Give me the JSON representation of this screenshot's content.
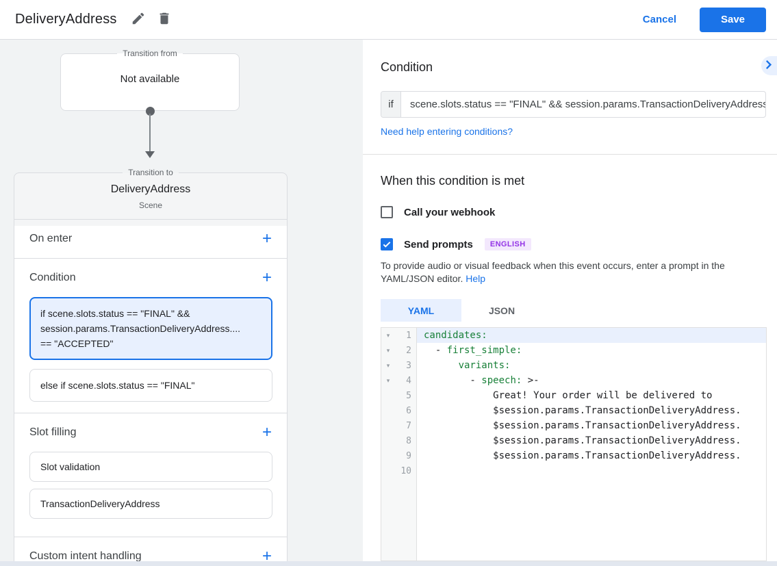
{
  "header": {
    "title": "DeliveryAddress",
    "cancel": "Cancel",
    "save": "Save"
  },
  "colors": {
    "accent": "#1a73e8",
    "selected_bg": "#e8f0fe",
    "badge_bg": "#f3e8fd",
    "badge_text": "#9334e6",
    "code_key_green": "#188038"
  },
  "diagram": {
    "from_legend": "Transition from",
    "from_text": "Not available",
    "to_legend": "Transition to",
    "scene_title": "DeliveryAddress",
    "scene_subtitle": "Scene"
  },
  "scene_card": {
    "on_enter_label": "On enter",
    "condition_label": "Condition",
    "condition_items": [
      {
        "selected": true,
        "lines": [
          "if scene.slots.status == \"FINAL\" &&",
          "session.params.TransactionDeliveryAddress....",
          "== \"ACCEPTED\""
        ]
      },
      {
        "selected": false,
        "lines": [
          "else if scene.slots.status == \"FINAL\""
        ]
      }
    ],
    "slot_filling_label": "Slot filling",
    "slot_items": [
      "Slot validation",
      "TransactionDeliveryAddress"
    ],
    "custom_intent_label": "Custom intent handling"
  },
  "condition_panel": {
    "heading": "Condition",
    "if_label": "if",
    "expression": "scene.slots.status == \"FINAL\" && session.params.TransactionDeliveryAddress",
    "help_link": "Need help entering conditions?"
  },
  "when_met": {
    "heading": "When this condition is met",
    "webhook_label": "Call your webhook",
    "webhook_checked": false,
    "prompts_label": "Send prompts",
    "prompts_checked": true,
    "language_badge": "ENGLISH",
    "description": "To provide audio or visual feedback when this event occurs, enter a prompt in the YAML/JSON editor.",
    "help_link": "Help"
  },
  "editor": {
    "tabs": [
      {
        "label": "YAML",
        "active": true
      },
      {
        "label": "JSON",
        "active": false
      }
    ],
    "lines": [
      {
        "num": 1,
        "fold": true,
        "active": true,
        "segments": [
          {
            "text": "candidates:",
            "type": "key"
          }
        ]
      },
      {
        "num": 2,
        "fold": true,
        "segments": [
          {
            "text": "  - ",
            "type": "plain"
          },
          {
            "text": "first_simple:",
            "type": "key"
          }
        ]
      },
      {
        "num": 3,
        "fold": true,
        "segments": [
          {
            "text": "      ",
            "type": "plain"
          },
          {
            "text": "variants:",
            "type": "key"
          }
        ]
      },
      {
        "num": 4,
        "fold": true,
        "segments": [
          {
            "text": "        - ",
            "type": "plain"
          },
          {
            "text": "speech:",
            "type": "key"
          },
          {
            "text": " >-",
            "type": "plain"
          }
        ]
      },
      {
        "num": 5,
        "segments": [
          {
            "text": "            Great! Your order will be delivered to",
            "type": "plain"
          }
        ]
      },
      {
        "num": 6,
        "segments": [
          {
            "text": "            $session.params.TransactionDeliveryAddress.",
            "type": "plain"
          }
        ]
      },
      {
        "num": 7,
        "segments": [
          {
            "text": "            $session.params.TransactionDeliveryAddress.",
            "type": "plain"
          }
        ]
      },
      {
        "num": 8,
        "segments": [
          {
            "text": "            $session.params.TransactionDeliveryAddress.",
            "type": "plain"
          }
        ]
      },
      {
        "num": 9,
        "segments": [
          {
            "text": "            $session.params.TransactionDeliveryAddress.",
            "type": "plain"
          }
        ]
      },
      {
        "num": 10,
        "segments": []
      }
    ]
  }
}
